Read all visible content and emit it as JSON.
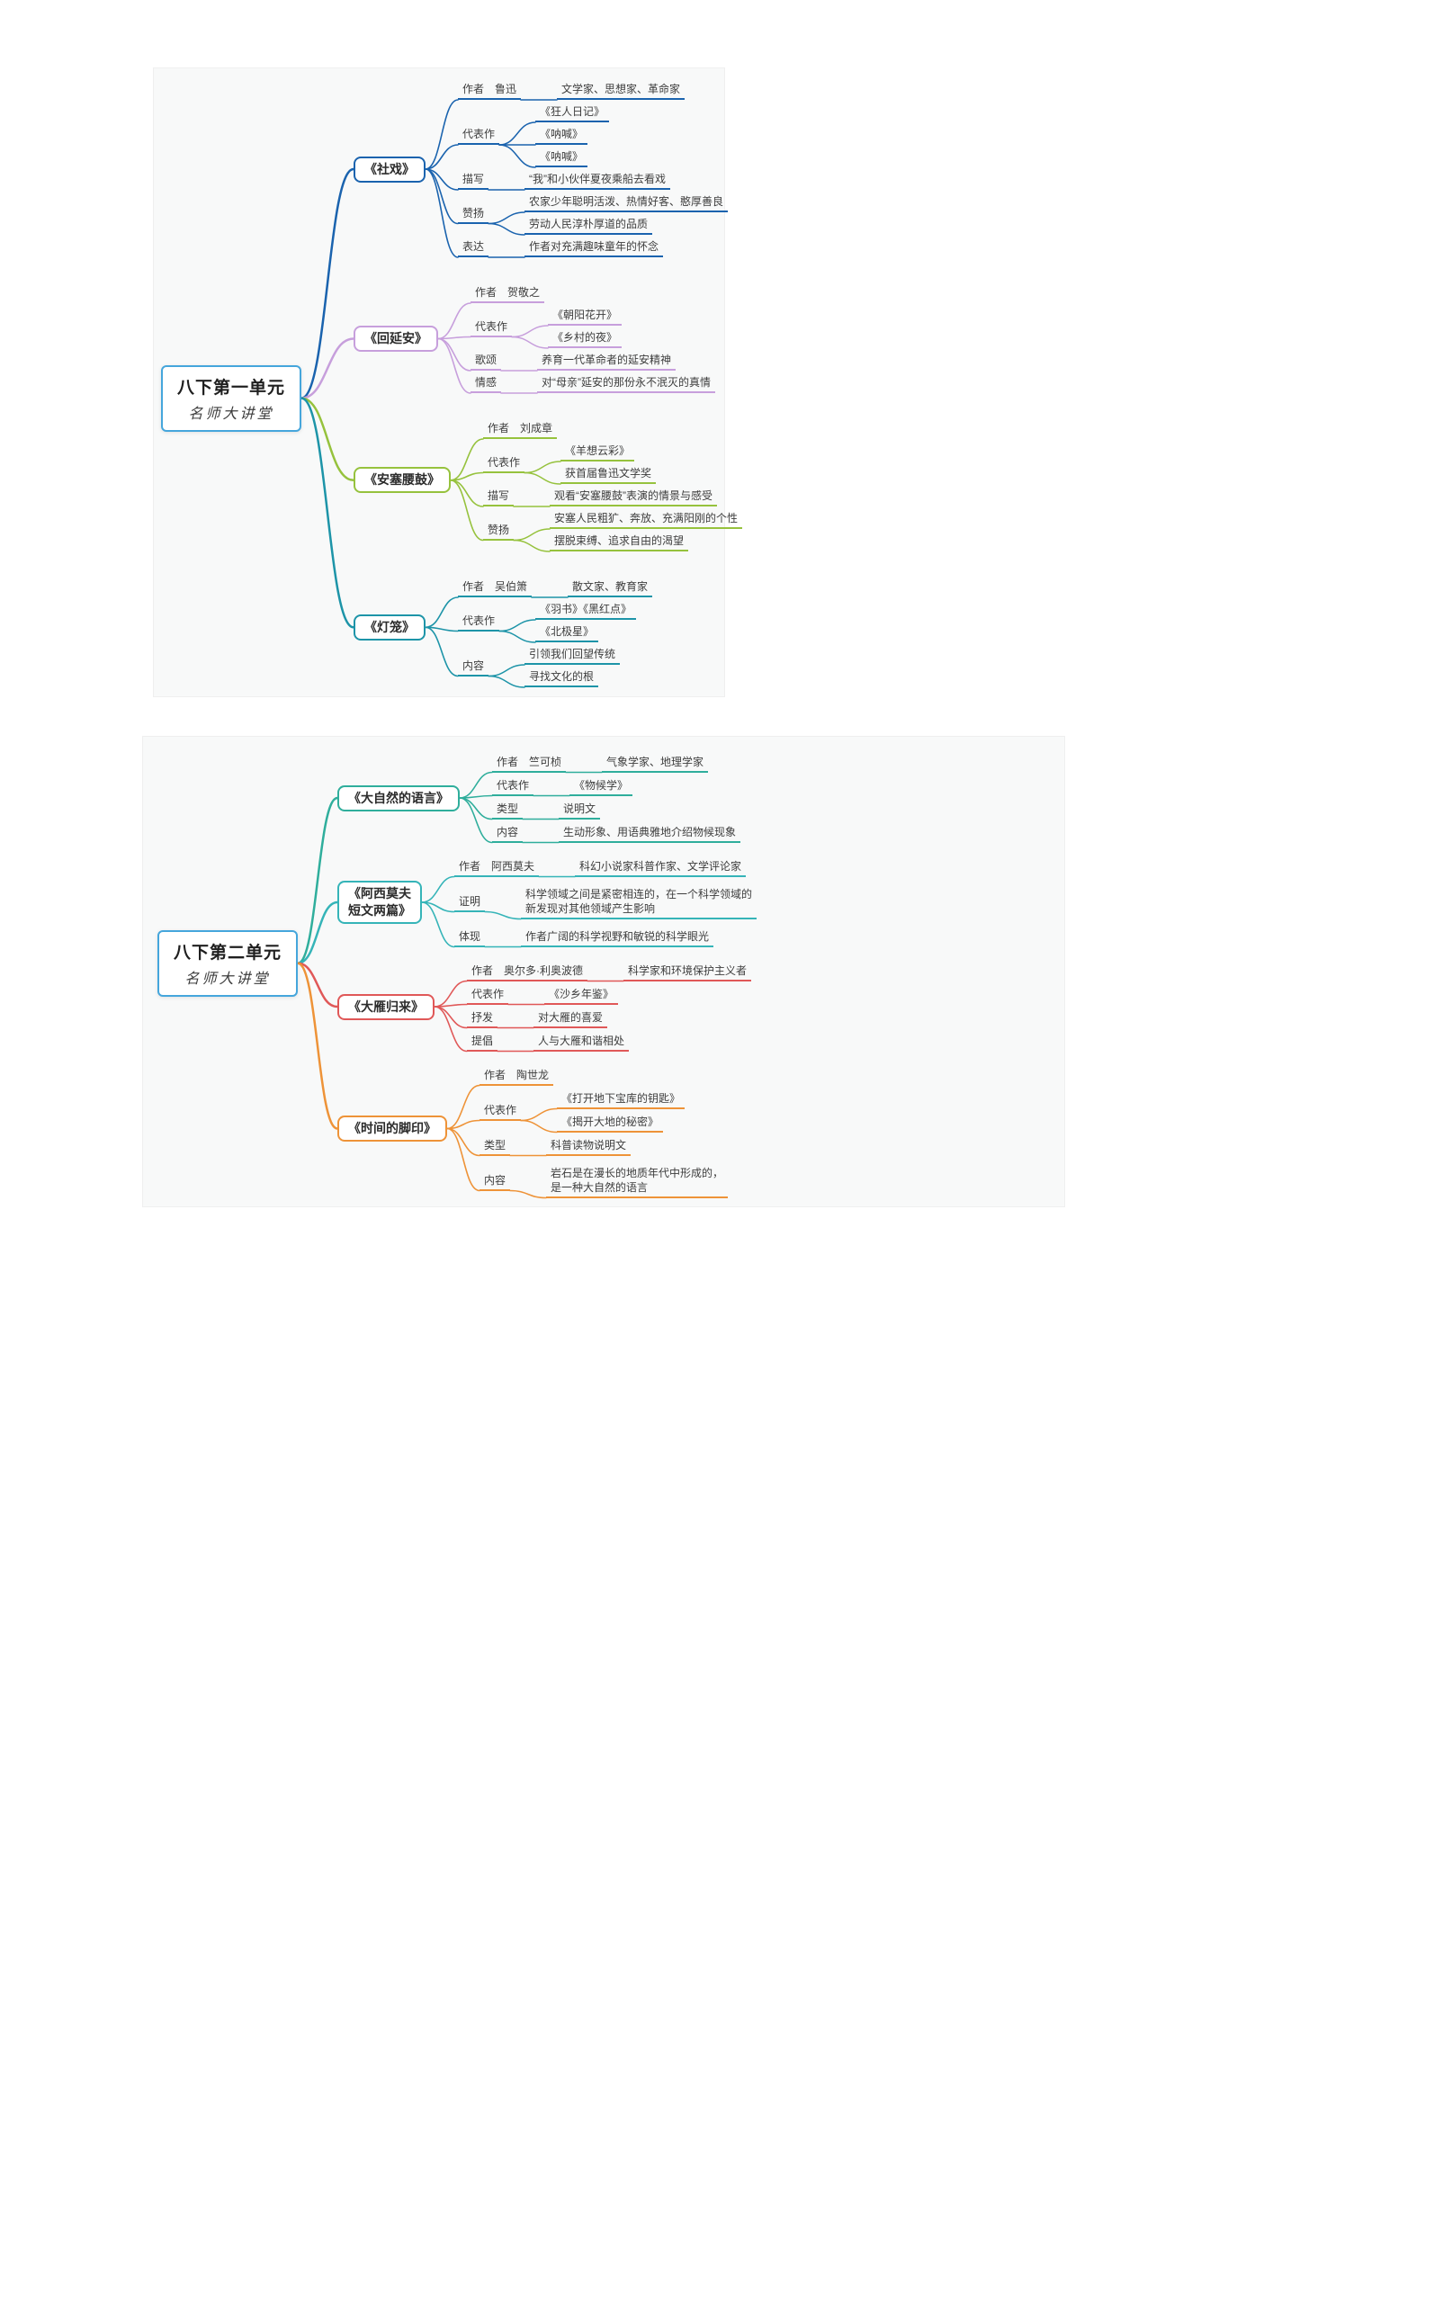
{
  "page": {
    "background": "#ffffff",
    "panel_background": "#f8f9f9"
  },
  "maps": [
    {
      "name": "unit-1",
      "root": {
        "title": "八下第一单元",
        "subtitle": "名师大讲堂",
        "border_color": "#45a6dc"
      },
      "branches": [
        {
          "title": "《社戏》",
          "color": "#1a63ae",
          "items": [
            {
              "label": "作者　鲁迅",
              "children": [
                {
                  "label": "文学家、思想家、革命家"
                }
              ]
            },
            {
              "label": "代表作",
              "children": [
                {
                  "label": "《狂人日记》"
                },
                {
                  "label": "《呐喊》"
                },
                {
                  "label": "《呐喊》"
                }
              ]
            },
            {
              "label": "描写",
              "children": [
                {
                  "label": "“我”和小伙伴夏夜乘船去看戏"
                }
              ]
            },
            {
              "label": "赞扬",
              "children": [
                {
                  "label": "农家少年聪明活泼、热情好客、憨厚善良"
                },
                {
                  "label": "劳动人民淳朴厚道的品质"
                }
              ]
            },
            {
              "label": "表达",
              "children": [
                {
                  "label": "作者对充满趣味童年的怀念"
                }
              ]
            }
          ]
        },
        {
          "title": "《回延安》",
          "color": "#c79fdc",
          "items": [
            {
              "label": "作者　贺敬之"
            },
            {
              "label": "代表作",
              "children": [
                {
                  "label": "《朝阳花开》"
                },
                {
                  "label": "《乡村的夜》"
                }
              ]
            },
            {
              "label": "歌颂",
              "children": [
                {
                  "label": "养育一代革命者的延安精神"
                }
              ]
            },
            {
              "label": "情感",
              "children": [
                {
                  "label": "对“母亲”延安的那份永不泯灭的真情"
                }
              ]
            }
          ]
        },
        {
          "title": "《安塞腰鼓》",
          "color": "#96c23d",
          "items": [
            {
              "label": "作者　刘成章"
            },
            {
              "label": "代表作",
              "children": [
                {
                  "label": "《羊想云彩》"
                },
                {
                  "label": "获首届鲁迅文学奖"
                }
              ]
            },
            {
              "label": "描写",
              "children": [
                {
                  "label": "观看“安塞腰鼓”表演的情景与感受"
                }
              ]
            },
            {
              "label": "赞扬",
              "children": [
                {
                  "label": "安塞人民粗犷、奔放、充满阳刚的个性"
                },
                {
                  "label": "摆脱束缚、追求自由的渴望"
                }
              ]
            }
          ]
        },
        {
          "title": "《灯笼》",
          "color": "#1d94a8",
          "items": [
            {
              "label": "作者　吴伯箫",
              "children": [
                {
                  "label": "散文家、教育家"
                }
              ]
            },
            {
              "label": "代表作",
              "children": [
                {
                  "label": "《羽书》《黑红点》"
                },
                {
                  "label": "《北极星》"
                }
              ]
            },
            {
              "label": "内容",
              "children": [
                {
                  "label": "引领我们回望传统"
                },
                {
                  "label": "寻找文化的根"
                }
              ]
            }
          ]
        }
      ]
    },
    {
      "name": "unit-2",
      "root": {
        "title": "八下第二单元",
        "subtitle": "名师大讲堂",
        "border_color": "#45a6dc"
      },
      "branches": [
        {
          "title": "《大自然的语言》",
          "color": "#2fae9c",
          "items": [
            {
              "label": "作者　竺可桢",
              "children": [
                {
                  "label": "气象学家、地理学家"
                }
              ]
            },
            {
              "label": "代表作",
              "children": [
                {
                  "label": "《物候学》"
                }
              ]
            },
            {
              "label": "类型",
              "children": [
                {
                  "label": "说明文"
                }
              ]
            },
            {
              "label": "内容",
              "children": [
                {
                  "label": "生动形象、用语典雅地介绍物候现象"
                }
              ]
            }
          ]
        },
        {
          "title": "《阿西莫夫\n短文两篇》",
          "color": "#35b4b8",
          "items": [
            {
              "label": "作者　阿西莫夫",
              "children": [
                {
                  "label": "科幻小说家科普作家、文学评论家"
                }
              ]
            },
            {
              "label": "证明",
              "children": [
                {
                  "label": "科学领域之间是紧密相连的，在一个科学领域的\n新发现对其他领域产生影响",
                  "lines": 2
                }
              ]
            },
            {
              "label": "体现",
              "children": [
                {
                  "label": "作者广阔的科学视野和敏锐的科学眼光"
                }
              ]
            }
          ]
        },
        {
          "title": "《大雁归来》",
          "color": "#e05858",
          "items": [
            {
              "label": "作者　奥尔多·利奥波德",
              "children": [
                {
                  "label": "科学家和环境保护主义者"
                }
              ]
            },
            {
              "label": "代表作",
              "children": [
                {
                  "label": "《沙乡年鉴》"
                }
              ]
            },
            {
              "label": "抒发",
              "children": [
                {
                  "label": "对大雁的喜爱"
                }
              ]
            },
            {
              "label": "提倡",
              "children": [
                {
                  "label": "人与大雁和谐相处"
                }
              ]
            }
          ]
        },
        {
          "title": "《时间的脚印》",
          "color": "#ee9338",
          "items": [
            {
              "label": "作者　陶世龙"
            },
            {
              "label": "代表作",
              "children": [
                {
                  "label": "《打开地下宝库的钥匙》"
                },
                {
                  "label": "《揭开大地的秘密》"
                }
              ]
            },
            {
              "label": "类型",
              "children": [
                {
                  "label": "科普读物说明文"
                }
              ]
            },
            {
              "label": "内容",
              "children": [
                {
                  "label": "岩石是在漫长的地质年代中形成的，\n是一种大自然的语言",
                  "lines": 2
                }
              ]
            }
          ]
        }
      ]
    }
  ]
}
